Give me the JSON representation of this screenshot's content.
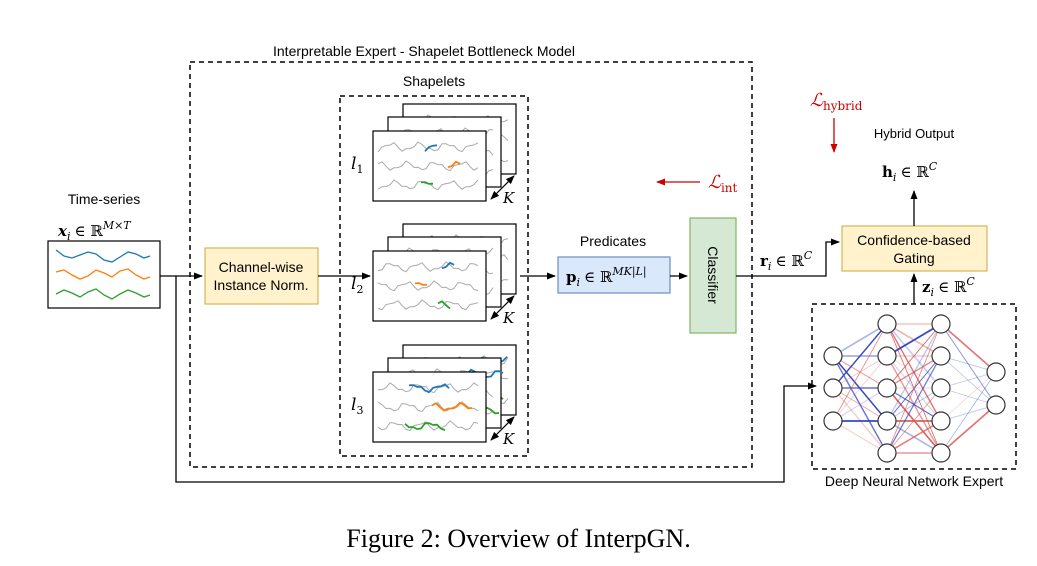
{
  "diagram": {
    "interpretable_expert_title": "Interpretable Expert - Shapelet Bottleneck Model",
    "shapelets_title": "Shapelets",
    "shapelet_groups": [
      {
        "label_base": "l",
        "label_sub": "1",
        "k_label": "K"
      },
      {
        "label_base": "l",
        "label_sub": "2",
        "k_label": "K"
      },
      {
        "label_base": "l",
        "label_sub": "3",
        "k_label": "K"
      }
    ],
    "time_series_title": "Time-series",
    "time_series_formula": {
      "var": "x",
      "sub": "i",
      "rel": "∈ ℝ",
      "sup": "M×T"
    },
    "norm_label_line1": "Channel-wise",
    "norm_label_line2": "Instance Norm.",
    "predicates_title": "Predicates",
    "predicates_formula": {
      "var": "p",
      "sub": "i",
      "rel": "∈ ℝ",
      "sup": "MK|L|"
    },
    "classifier_label": "Classifier",
    "loss_int": {
      "symbol": "ℒ",
      "sub": "int"
    },
    "loss_hybrid": {
      "symbol": "ℒ",
      "sub": "hybrid"
    },
    "r_formula": {
      "var": "r",
      "sub": "i",
      "rel": "∈ ℝ",
      "sup": "C"
    },
    "z_formula": {
      "var": "z",
      "sub": "i",
      "rel": "∈ ℝ",
      "sup": "C"
    },
    "h_formula": {
      "var": "h",
      "sub": "i",
      "rel": "∈ ℝ",
      "sup": "C"
    },
    "gating_line1": "Confidence-based",
    "gating_line2": "Gating",
    "hybrid_output_title": "Hybrid Output",
    "dnn_title": "Deep Neural Network Expert"
  },
  "caption": "Figure 2: Overview of InterpGN.",
  "colors": {
    "series_blue": "#1f77b4",
    "series_orange": "#ff7f0e",
    "series_green": "#2ca02c",
    "shapelet_gray": "#aaaaaa",
    "norm_fill": "#fff2cc",
    "norm_stroke": "#d6b656",
    "predicates_fill": "#dae8fc",
    "predicates_stroke": "#6c8ebf",
    "classifier_fill": "#d5e8d4",
    "classifier_stroke": "#82b366",
    "loss_red": "#cc0000",
    "edge_red": "#d9534f",
    "edge_blue": "#2b3fbf"
  }
}
